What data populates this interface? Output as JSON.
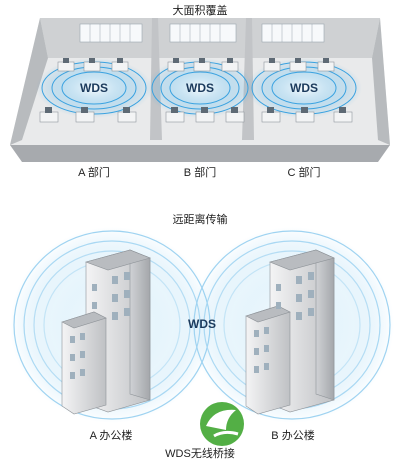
{
  "top": {
    "title": "大面积覆盖",
    "rooms": [
      {
        "badge": "WDS",
        "label": "A 部门"
      },
      {
        "badge": "WDS",
        "label": "B 部门"
      },
      {
        "badge": "WDS",
        "label": "C 部门"
      }
    ]
  },
  "bottom": {
    "title": "远距离传输",
    "center_badge": "WDS",
    "buildings": [
      {
        "label": "A 办公楼"
      },
      {
        "label": "B 办公楼"
      }
    ],
    "caption": "WDS无线桥接"
  },
  "colors": {
    "signal_blue": "#3aa2e0",
    "wall": "#c9cbcd",
    "floor": "#e7e8e9",
    "building": "#d9dadc",
    "window": "#a9b9c6",
    "logo_green": "#4aab3c"
  }
}
